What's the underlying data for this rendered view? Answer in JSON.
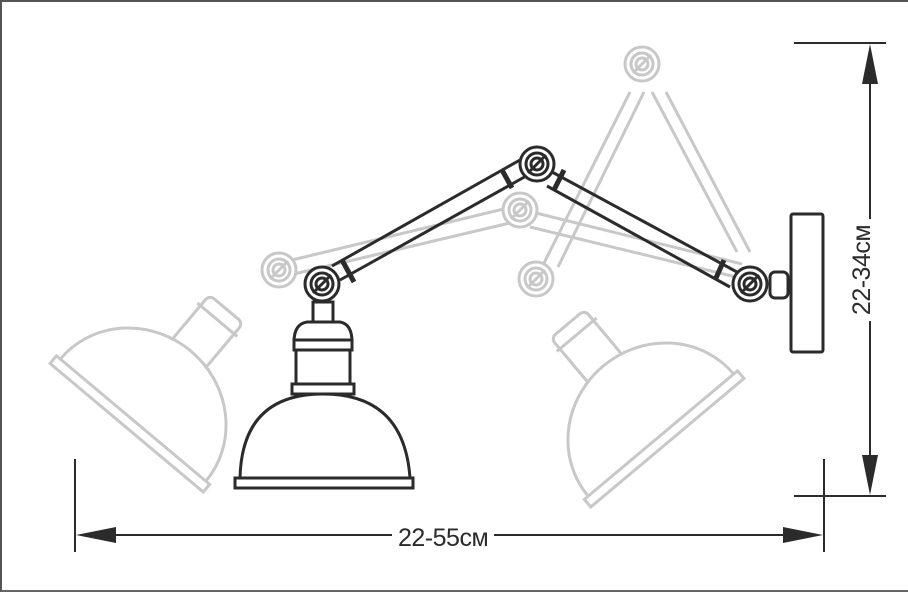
{
  "diagram": {
    "title": "Adjustable swing-arm wall lamp dimension drawing",
    "dimensions": {
      "width_label": "22-55см",
      "height_label": "22-34см"
    },
    "colors": {
      "primary_line": "#2b2b2b",
      "ghost_line": "#c8c8c8",
      "background": "#ffffff",
      "frame": "#555555"
    },
    "elements": {
      "active_lamp": "Lamp in mid position (solid outline)",
      "ghost_lamp_left": "Lamp extended left (gray outline)",
      "ghost_lamp_right": "Lamp folded right (gray outline)",
      "wall_plate": "Wall mounting plate"
    }
  }
}
